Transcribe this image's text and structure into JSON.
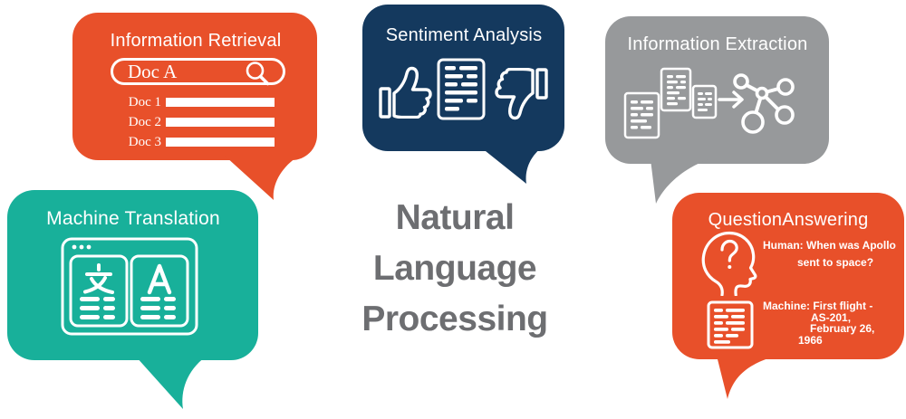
{
  "background_color": "#FFFFFF",
  "center_title": {
    "lines": [
      "Natural",
      "Language",
      "Processing"
    ],
    "color": "#6D6E71"
  },
  "bubbles": {
    "information_retrieval": {
      "title": "Information Retrieval",
      "color": "#E8502A",
      "search_box": {
        "value": "Doc A",
        "icon": "magnifier-icon"
      },
      "results": [
        {
          "label": "Doc 1"
        },
        {
          "label": "Doc 2"
        },
        {
          "label": "Doc 3"
        }
      ]
    },
    "sentiment_analysis": {
      "title": "Sentiment Analysis",
      "color": "#14395E",
      "icons": [
        "thumbs-up-icon",
        "document-lines-icon",
        "thumbs-down-icon"
      ]
    },
    "information_extraction": {
      "title": "Information Extraction",
      "color": "#97999B",
      "icons": [
        "document-stack-icon",
        "arrow-right-icon",
        "knowledge-graph-icon"
      ]
    },
    "machine_translation": {
      "title": "Machine Translation",
      "color": "#18B09A",
      "icons": [
        "translation-window-icon"
      ]
    },
    "question_answering": {
      "title": "QuestionAnswering",
      "color": "#E8502A",
      "icons": [
        "question-head-icon",
        "document-lines-icon"
      ],
      "human_dialog": [
        "Human: When was Apollo",
        "sent to space?"
      ],
      "machine_dialog": [
        "Machine: First flight -",
        "AS-201,",
        "February 26,",
        "1966"
      ]
    }
  }
}
